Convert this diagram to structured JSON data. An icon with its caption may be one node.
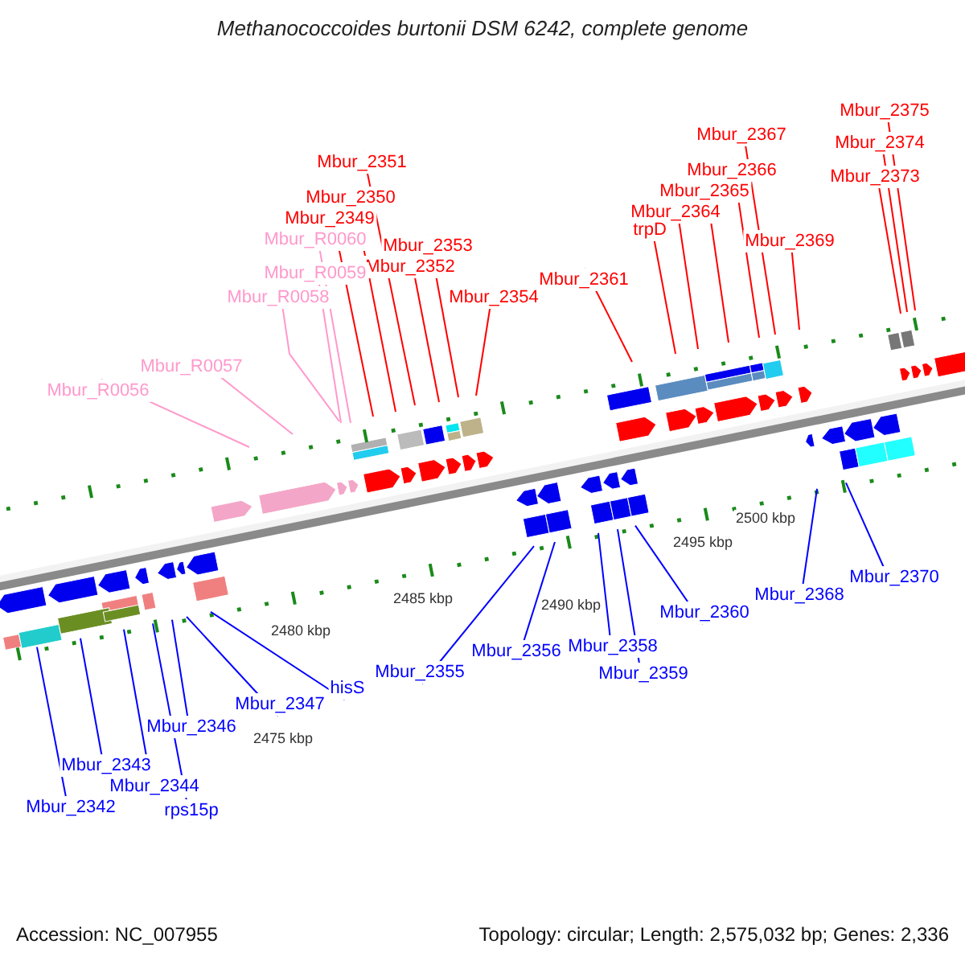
{
  "diagram": {
    "title": "Methanococcoides burtonii DSM 6242, complete genome",
    "nodes": [
      {
        "text": [
          "Mbur_2375"
        ]
      },
      {
        "text": [
          "Mbur_2367"
        ]
      },
      {
        "text": [
          "Mbur_2374"
        ]
      },
      {
        "text": [
          "Mbur_2351"
        ]
      },
      {
        "text": [
          "Mbur_2366"
        ]
      },
      {
        "text": [
          "Mbur_2373"
        ]
      },
      {
        "text": [
          "Mbur_2365"
        ]
      },
      {
        "text": [
          "Mbur_2350"
        ]
      },
      {
        "text": [
          "Mbur_2364"
        ]
      },
      {
        "text": [
          "Mbur_2349"
        ]
      },
      {
        "text": [
          "trpD"
        ]
      },
      {
        "text": [
          "Mbur_R0060"
        ]
      },
      {
        "text": [
          "Mbur_2369"
        ]
      },
      {
        "text": [
          "Mbur_2353"
        ]
      },
      {
        "text": [
          "Mbur_2352"
        ]
      },
      {
        "text": [
          "Mbur_R0059"
        ]
      },
      {
        "text": [
          "Mbur_2361"
        ]
      },
      {
        "text": [
          "Mbur_R0058"
        ]
      },
      {
        "text": [
          "Mbur_2354"
        ]
      },
      {
        "text": [
          "Mbur_R0057"
        ]
      },
      {
        "text": [
          "Mbur_R0056"
        ]
      },
      {
        "text": [
          "Mbur_2370"
        ]
      },
      {
        "text": [
          "Mbur_2368"
        ]
      },
      {
        "text": [
          "Mbur_2360"
        ]
      },
      {
        "text": [
          "Mbur_2358"
        ]
      },
      {
        "text": [
          "Mbur_2356"
        ]
      },
      {
        "text": [
          "Mbur_2355"
        ]
      },
      {
        "text": [
          "Mbur_2359"
        ]
      },
      {
        "text": [
          "hisS"
        ]
      },
      {
        "text": [
          "Mbur_2347"
        ]
      },
      {
        "text": [
          "Mbur_2346"
        ]
      },
      {
        "text": [
          "Mbur_2343"
        ]
      },
      {
        "text": [
          "Mbur_2344"
        ]
      },
      {
        "text": [
          "Mbur_2342"
        ]
      },
      {
        "text": [
          "rps15p"
        ]
      }
    ],
    "edges": [
      {
        "from": 0,
        "to": null,
        "arrow": "none"
      },
      {
        "from": 1,
        "to": null,
        "arrow": "none"
      },
      {
        "from": 2,
        "to": null,
        "arrow": "none"
      },
      {
        "from": 3,
        "to": null,
        "arrow": "none"
      },
      {
        "from": 4,
        "to": null,
        "arrow": "none"
      },
      {
        "from": 5,
        "to": null,
        "arrow": "none"
      },
      {
        "from": 6,
        "to": null,
        "arrow": "none"
      },
      {
        "from": 7,
        "to": null,
        "arrow": "none"
      },
      {
        "from": 8,
        "to": null,
        "arrow": "none"
      },
      {
        "from": 9,
        "to": null,
        "arrow": "none"
      },
      {
        "from": 10,
        "to": null,
        "arrow": "none"
      },
      {
        "from": 11,
        "to": null,
        "arrow": "none",
        "color": "#ff99cc"
      },
      {
        "from": 12,
        "to": null,
        "arrow": "none"
      },
      {
        "from": 13,
        "to": null,
        "arrow": "none"
      },
      {
        "from": 14,
        "to": null,
        "arrow": "none"
      },
      {
        "from": 15,
        "to": null,
        "arrow": "none",
        "color": "#ff99cc"
      },
      {
        "from": 16,
        "to": null,
        "arrow": "none"
      },
      {
        "from": 17,
        "to": null,
        "arrow": "none",
        "color": "#ff99cc"
      },
      {
        "from": 18,
        "to": null,
        "arrow": "none"
      },
      {
        "from": 19,
        "to": null,
        "arrow": "none",
        "color": "#ff99cc"
      },
      {
        "from": 20,
        "to": null,
        "arrow": "none",
        "color": "#ff99cc"
      },
      {
        "from": 21,
        "to": null,
        "arrow": "none",
        "color": "#0000ff"
      },
      {
        "from": 22,
        "to": null,
        "arrow": "none",
        "color": "#0000ff"
      },
      {
        "from": 23,
        "to": null,
        "arrow": "none",
        "color": "#0000ff"
      },
      {
        "from": 24,
        "to": null,
        "arrow": "none",
        "color": "#0000ff"
      },
      {
        "from": 25,
        "to": null,
        "arrow": "none",
        "color": "#0000ff"
      },
      {
        "from": 26,
        "to": null,
        "arrow": "none",
        "color": "#0000ff"
      },
      {
        "from": 27,
        "to": null,
        "arrow": "none",
        "color": "#0000ff"
      },
      {
        "from": 28,
        "to": null,
        "arrow": "none",
        "color": "#0000ff"
      },
      {
        "from": 29,
        "to": null,
        "arrow": "none",
        "color": "#0000ff"
      },
      {
        "from": 30,
        "to": null,
        "arrow": "none",
        "color": "#0000ff"
      },
      {
        "from": 31,
        "to": null,
        "arrow": "none",
        "color": "#0000ff"
      },
      {
        "from": 32,
        "to": null,
        "arrow": "none",
        "color": "#0000ff"
      },
      {
        "from": 33,
        "to": null,
        "arrow": "none",
        "color": "#0000ff"
      },
      {
        "from": 34,
        "to": null,
        "arrow": "none",
        "color": "#0000ff"
      }
    ],
    "labels": [
      "2500 kbp",
      "2495 kbp",
      "2490 kbp",
      "2485 kbp",
      "2480 kbp",
      "2475 kbp",
      "Accession: NC_007955",
      "Topology: circular; Length: 2,575,032 bp; Genes: 2,336"
    ]
  }
}
